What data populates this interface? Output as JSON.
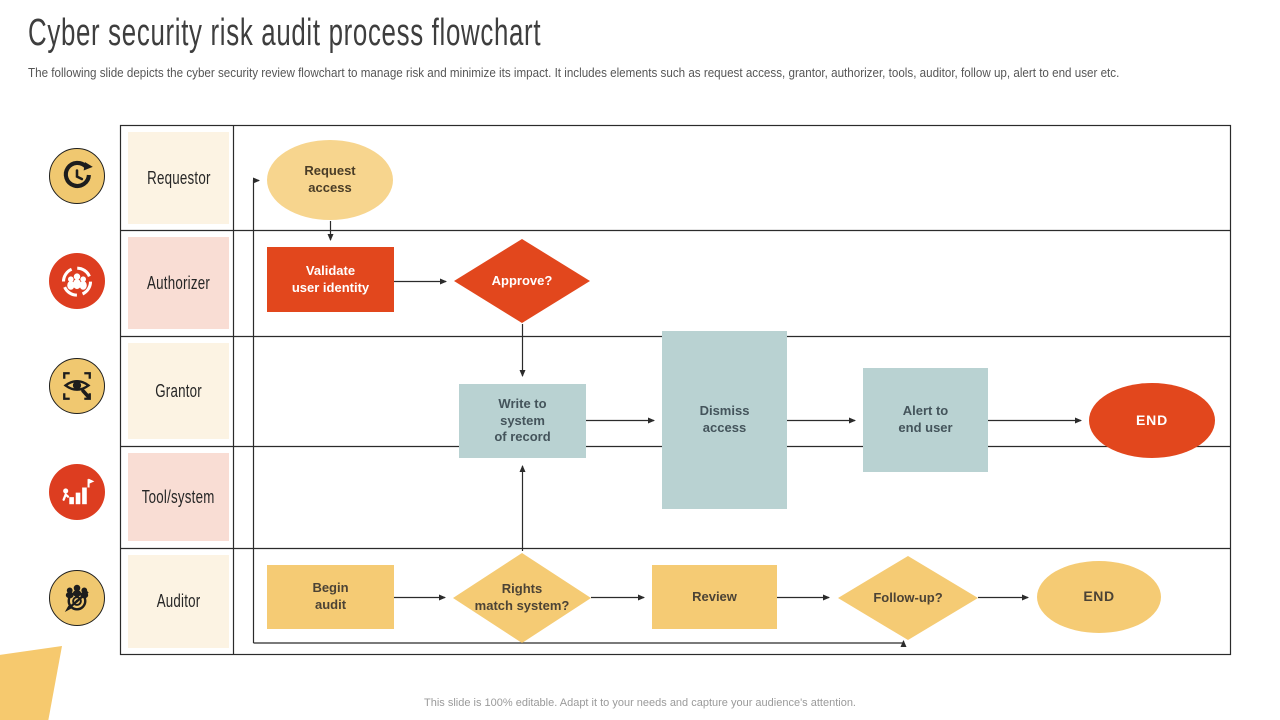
{
  "slide": {
    "title": "Cyber security risk audit process flowchart",
    "subtitle": "The following slide depicts the cyber security review flowchart to manage risk and minimize its impact. It includes elements such as request access, grantor, authorizer, tools, auditor, follow up, alert to end user etc.",
    "footer": "This slide is 100% editable. Adapt it to your needs and capture your audience's attention."
  },
  "lanes": [
    {
      "label": "Requestor",
      "icon": "clock-history-icon"
    },
    {
      "label": "Authorizer",
      "icon": "team-circle-icon"
    },
    {
      "label": "Grantor",
      "icon": "eye-scan-icon"
    },
    {
      "label": "Tool/system",
      "icon": "growth-flag-icon"
    },
    {
      "label": "Auditor",
      "icon": "target-team-icon"
    }
  ],
  "nodes": {
    "request_access": {
      "lines": [
        "Request",
        "access"
      ]
    },
    "validate_identity": {
      "lines": [
        "Validate",
        "user identity"
      ]
    },
    "approve": {
      "label": "Approve?"
    },
    "write_system": {
      "lines": [
        "Write to",
        "system",
        "of record"
      ]
    },
    "dismiss_access": {
      "lines": [
        "Dismiss",
        "access"
      ]
    },
    "alert_end_user": {
      "lines": [
        "Alert to",
        "end user"
      ]
    },
    "end_grantor": {
      "label": "END"
    },
    "begin_audit": {
      "lines": [
        "Begin",
        "audit"
      ]
    },
    "rights_match": {
      "lines": [
        "Rights",
        "match system?"
      ]
    },
    "review": {
      "label": "Review"
    },
    "follow_up": {
      "label": "Follow-up?"
    },
    "end_auditor": {
      "label": "END"
    }
  },
  "colors": {
    "accent_red": "#E2471D",
    "accent_yellow": "#F5CB74",
    "light_yellow_ellipse": "#F7D58E",
    "steel_blue_box": "#B9D2D2",
    "lane_cream": "#FCF3E3",
    "lane_pink": "#F9DDD4",
    "icon_yellow": "#F0C870",
    "icon_red": "#DD3D20",
    "line_color": "#2B2B2B"
  }
}
